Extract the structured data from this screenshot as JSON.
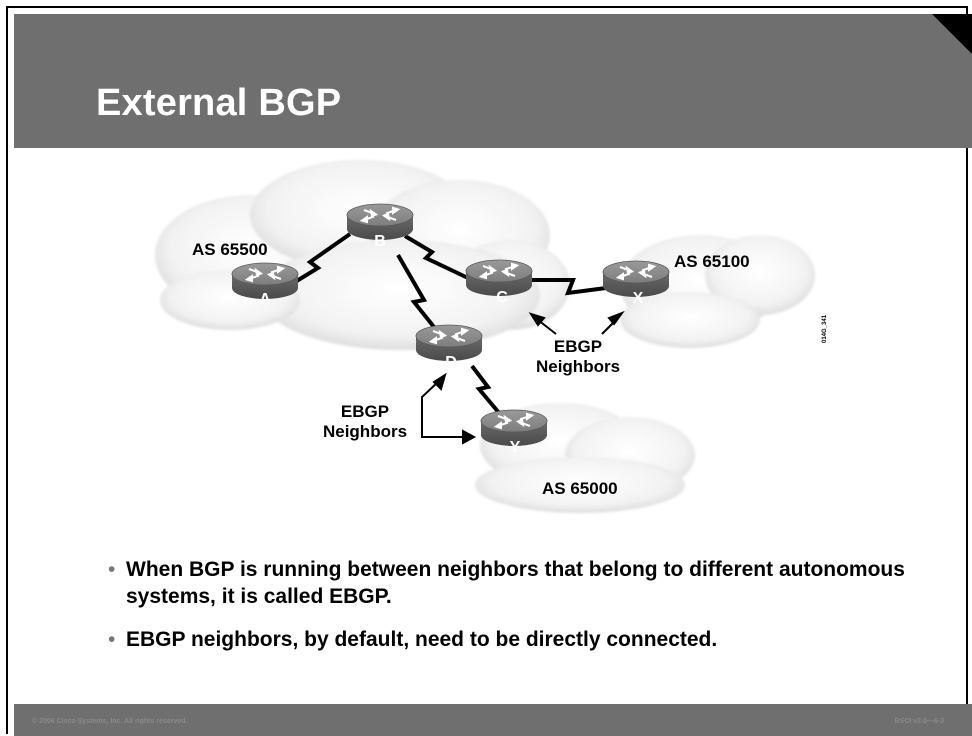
{
  "slide": {
    "title": "External BGP"
  },
  "diagram": {
    "as_labels": {
      "as_left": "AS 65500",
      "as_right": "AS 65100",
      "as_bottom": "AS 65000"
    },
    "routers": {
      "a": "A",
      "b": "B",
      "c": "C",
      "d": "D",
      "x": "X",
      "y": "Y"
    },
    "neighbor_label_right": {
      "line1": "EBGP",
      "line2": "Neighbors"
    },
    "neighbor_label_left": {
      "line1": "EBGP",
      "line2": "Neighbors"
    },
    "figure_code": "014G_341"
  },
  "bullets": [
    "When BGP is running between neighbors that belong to different autonomous systems, it is called EBGP.",
    "EBGP neighbors, by default, need to be directly connected."
  ],
  "footer": {
    "copyright": "© 2006 Cisco Systems, Inc. All rights reserved.",
    "course_id": "BSCI v3.0—6-3"
  }
}
